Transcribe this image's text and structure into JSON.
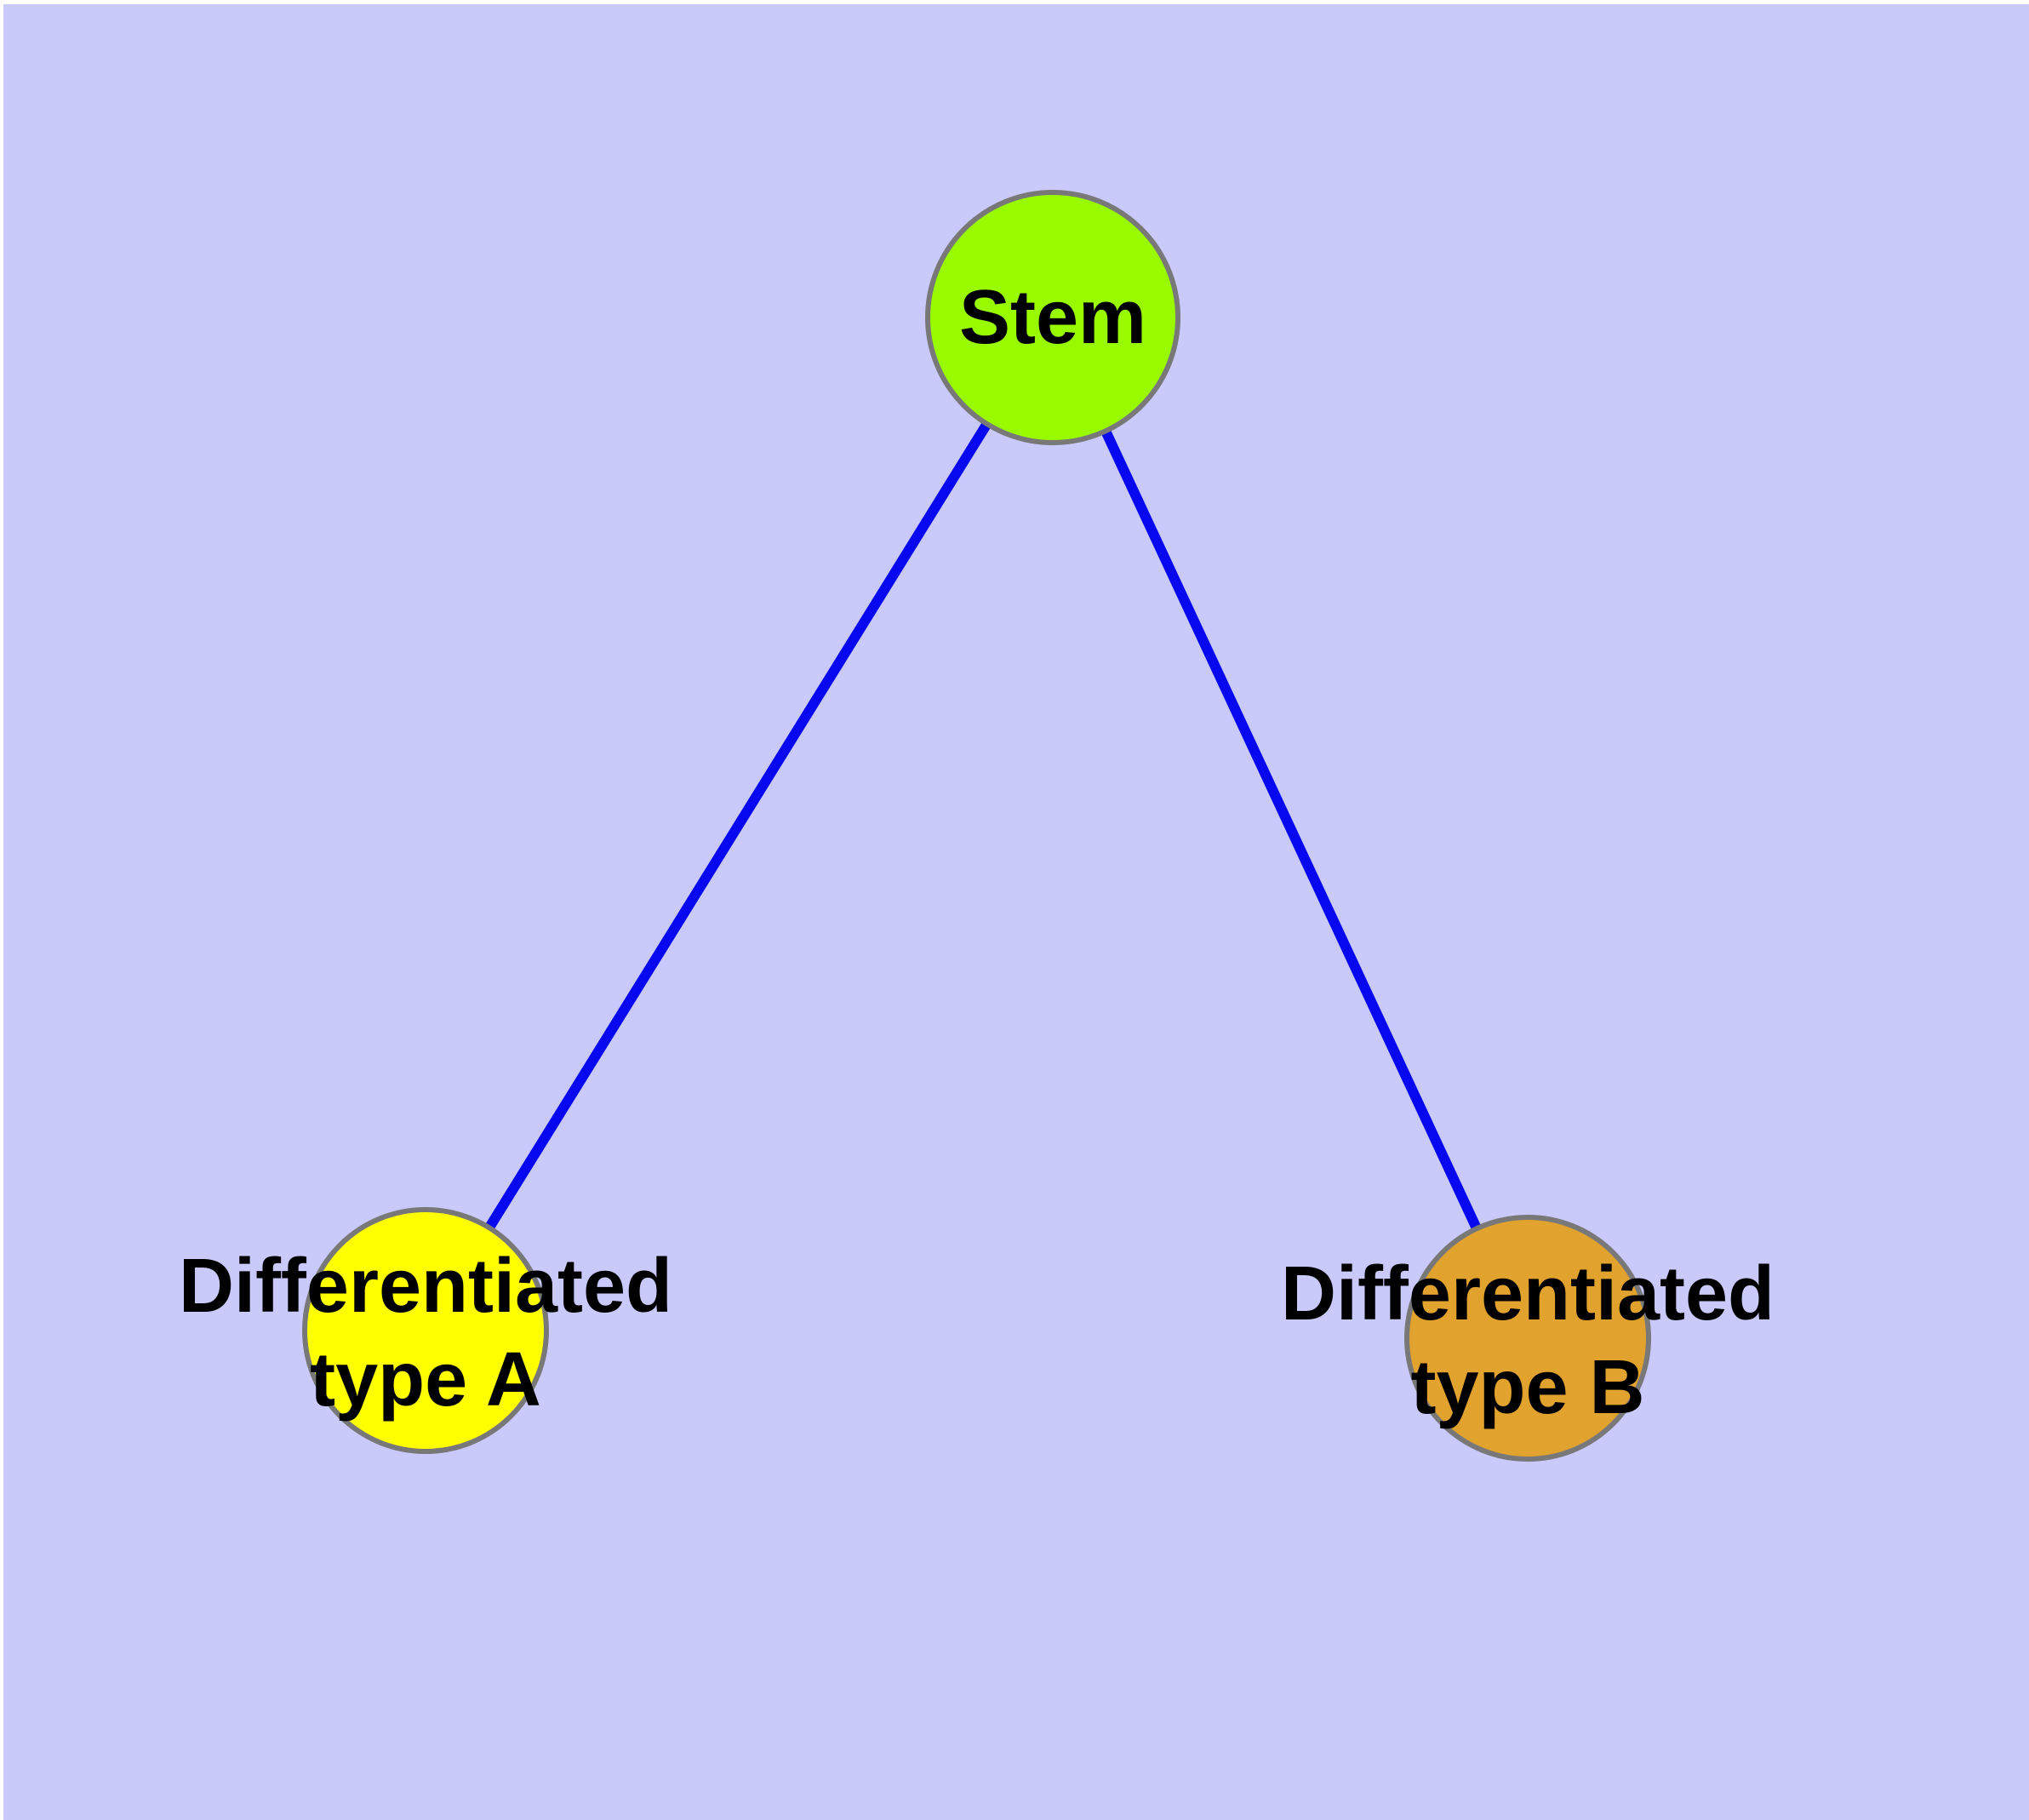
{
  "diagram": {
    "background_color": "#C9C9FA",
    "edge_color": "#0808F0",
    "node_border_color": "#787878",
    "label_color": "#000000",
    "nodes": [
      {
        "id": "stem",
        "label": "Stem",
        "fill": "#99FA00",
        "stroke": "#787878"
      },
      {
        "id": "type-a",
        "label": "Differentiated\ntype A",
        "fill": "#FFFF00",
        "stroke": "#787878"
      },
      {
        "id": "type-b",
        "label": "Differentiated\ntype B",
        "fill": "#E2A22E",
        "stroke": "#787878"
      }
    ],
    "edges": [
      {
        "from": "Stem",
        "to": "Differentiated type A"
      },
      {
        "from": "Stem",
        "to": "Differentiated type B"
      }
    ]
  }
}
